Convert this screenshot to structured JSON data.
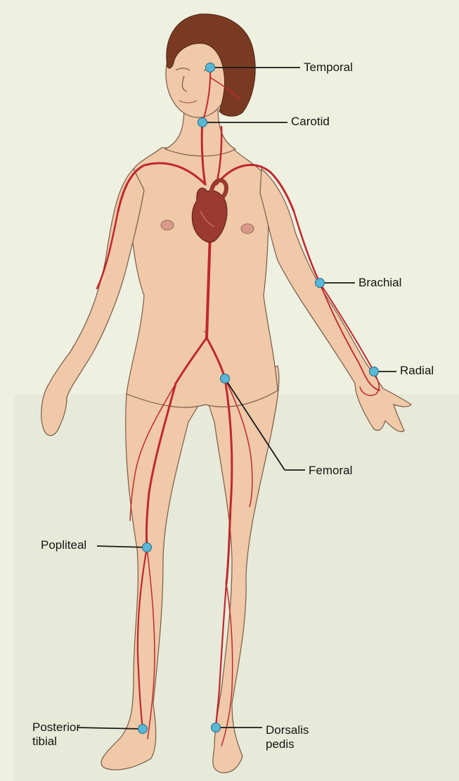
{
  "figure": {
    "colors": {
      "background": "#eef0e0",
      "skin": "#efc9a8",
      "skin_outline": "#7a5a48",
      "hair": "#7a3a22",
      "artery": "#c0282d",
      "heart": "#9a3a30",
      "pulse_point": "#57b8d8",
      "leader_line": "#1a1a1a"
    },
    "labels": {
      "temporal": "Temporal",
      "carotid": "Carotid",
      "brachial": "Brachial",
      "radial": "Radial",
      "femoral": "Femoral",
      "popliteal": "Popliteal",
      "posterior_tibial_line1": "Posterior",
      "posterior_tibial_line2": "tibial",
      "dorsalis_pedis_line1": "Dorsalis",
      "dorsalis_pedis_line2": "pedis"
    }
  }
}
